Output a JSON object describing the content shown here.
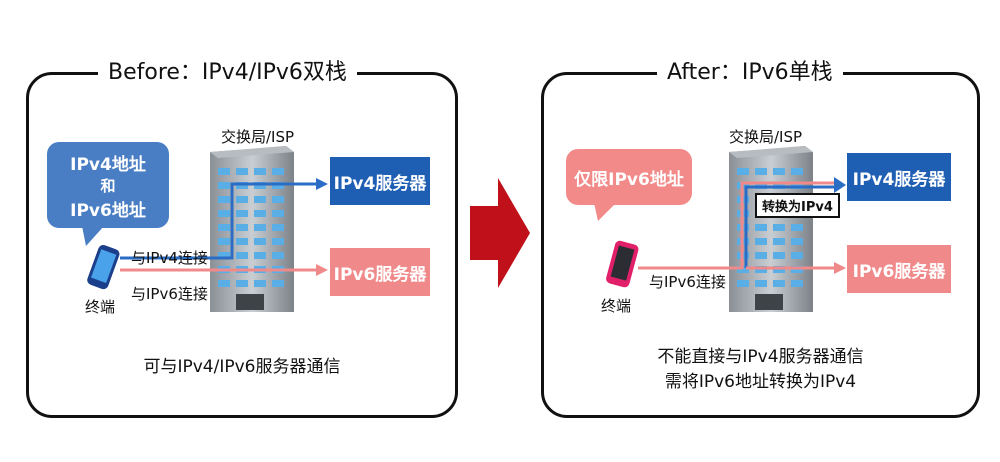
{
  "before": {
    "title": "Before：IPv4/IPv6双栈",
    "building_label": "交换局/ISP",
    "bubble_line1": "IPv4地址",
    "bubble_line2": "和",
    "bubble_line3": "IPv6地址",
    "ipv4_conn": "与IPv4连接",
    "ipv6_conn": "与IPv6连接",
    "terminal": "终端",
    "ipv4_server": "IPv4服务器",
    "ipv6_server": "IPv6服务器",
    "caption": "可与IPv4/IPv6服务器通信"
  },
  "after": {
    "title": "After：IPv6单栈",
    "building_label": "交换局/ISP",
    "bubble": "仅限IPv6地址",
    "convert": "转换为IPv4",
    "ipv6_conn": "与IPv6连接",
    "terminal": "终端",
    "ipv4_server": "IPv4服务器",
    "ipv6_server": "IPv6服务器",
    "caption_line1": "不能直接与IPv4服务器通信",
    "caption_line2": "需将IPv6地址转换为IPv4"
  },
  "colors": {
    "blue": "#1f5fb3",
    "pink": "#f08a8a",
    "arrow_red": "#c0101a"
  }
}
